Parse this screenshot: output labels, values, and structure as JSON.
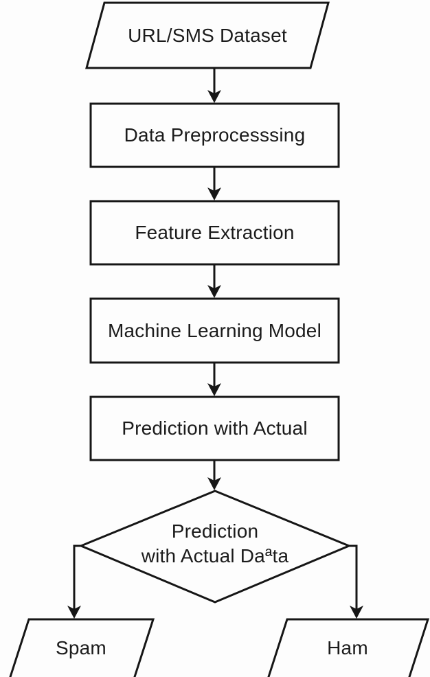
{
  "diagram": {
    "type": "flowchart",
    "colors": {
      "stroke": "#161616",
      "fill": "#fdfdfd",
      "background": "#fdfdfd",
      "text": "#1b1b1b"
    },
    "nodes": [
      {
        "id": "dataset",
        "shape": "parallelogram",
        "label": "URL/SMS Dataset"
      },
      {
        "id": "preprocessing",
        "shape": "rectangle",
        "label": "Data Preprocesssing"
      },
      {
        "id": "feature-extraction",
        "shape": "rectangle",
        "label": "Feature Extraction"
      },
      {
        "id": "ml-model",
        "shape": "rectangle",
        "label": "Machine Learning Model"
      },
      {
        "id": "prediction",
        "shape": "rectangle",
        "label": "Prediction with Actual"
      },
      {
        "id": "decision",
        "shape": "diamond",
        "label_lines": [
          "Prediction",
          "with Actual Daªta"
        ]
      },
      {
        "id": "spam",
        "shape": "parallelogram",
        "label": "Spam"
      },
      {
        "id": "ham",
        "shape": "parallelogram",
        "label": "Ham"
      }
    ],
    "edges": [
      {
        "from": "dataset",
        "to": "preprocessing"
      },
      {
        "from": "preprocessing",
        "to": "feature-extraction"
      },
      {
        "from": "feature-extraction",
        "to": "ml-model"
      },
      {
        "from": "ml-model",
        "to": "prediction"
      },
      {
        "from": "prediction",
        "to": "decision"
      },
      {
        "from": "decision",
        "to": "spam"
      },
      {
        "from": "decision",
        "to": "ham"
      }
    ]
  }
}
